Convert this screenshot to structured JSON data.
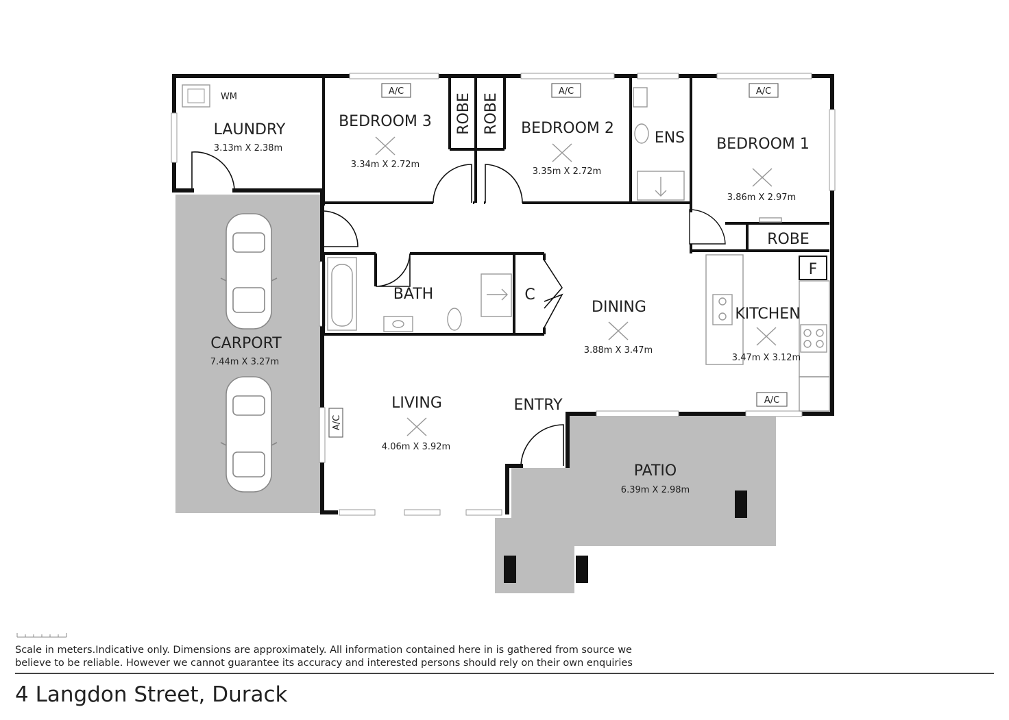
{
  "rooms": {
    "laundry": {
      "name": "LAUNDRY",
      "dims": "3.13m X 2.38m",
      "wm": "WM"
    },
    "bedroom3": {
      "name": "BEDROOM 3",
      "dims": "3.34m X 2.72m"
    },
    "robe_b3": {
      "name": "ROBE"
    },
    "robe_b2": {
      "name": "ROBE"
    },
    "bedroom2": {
      "name": "BEDROOM 2",
      "dims": "3.35m X 2.72m"
    },
    "ensuite": {
      "name": "ENS"
    },
    "bedroom1": {
      "name": "BEDROOM 1",
      "dims": "3.86m X 2.97m"
    },
    "robe_b1": {
      "name": "ROBE"
    },
    "carport": {
      "name": "CARPORT",
      "dims": "7.44m X 3.27m"
    },
    "bath": {
      "name": "BATH"
    },
    "cupboard": {
      "name": "C"
    },
    "dining": {
      "name": "DINING",
      "dims": "3.88m X 3.47m"
    },
    "kitchen": {
      "name": "KITCHEN",
      "dims": "3.47m X 3.12m",
      "fridge": "F"
    },
    "living": {
      "name": "LIVING",
      "dims": "4.06m X 3.92m"
    },
    "entry": {
      "name": "ENTRY"
    },
    "patio": {
      "name": "PATIO",
      "dims": "6.39m X 2.98m"
    }
  },
  "ac_label": "A/C",
  "disclaimer": {
    "line1": "Scale in meters.Indicative only. Dimensions are approximately. All information contained here in is gathered from source we",
    "line2": "believe to be reliable. However we cannot guarantee its accuracy and interested persons should rely on their own enquiries"
  },
  "address": "4 Langdon Street, Durack",
  "colors": {
    "wall": "#111111",
    "outdoor": "#bdbdbd",
    "fixture": "#999999"
  }
}
